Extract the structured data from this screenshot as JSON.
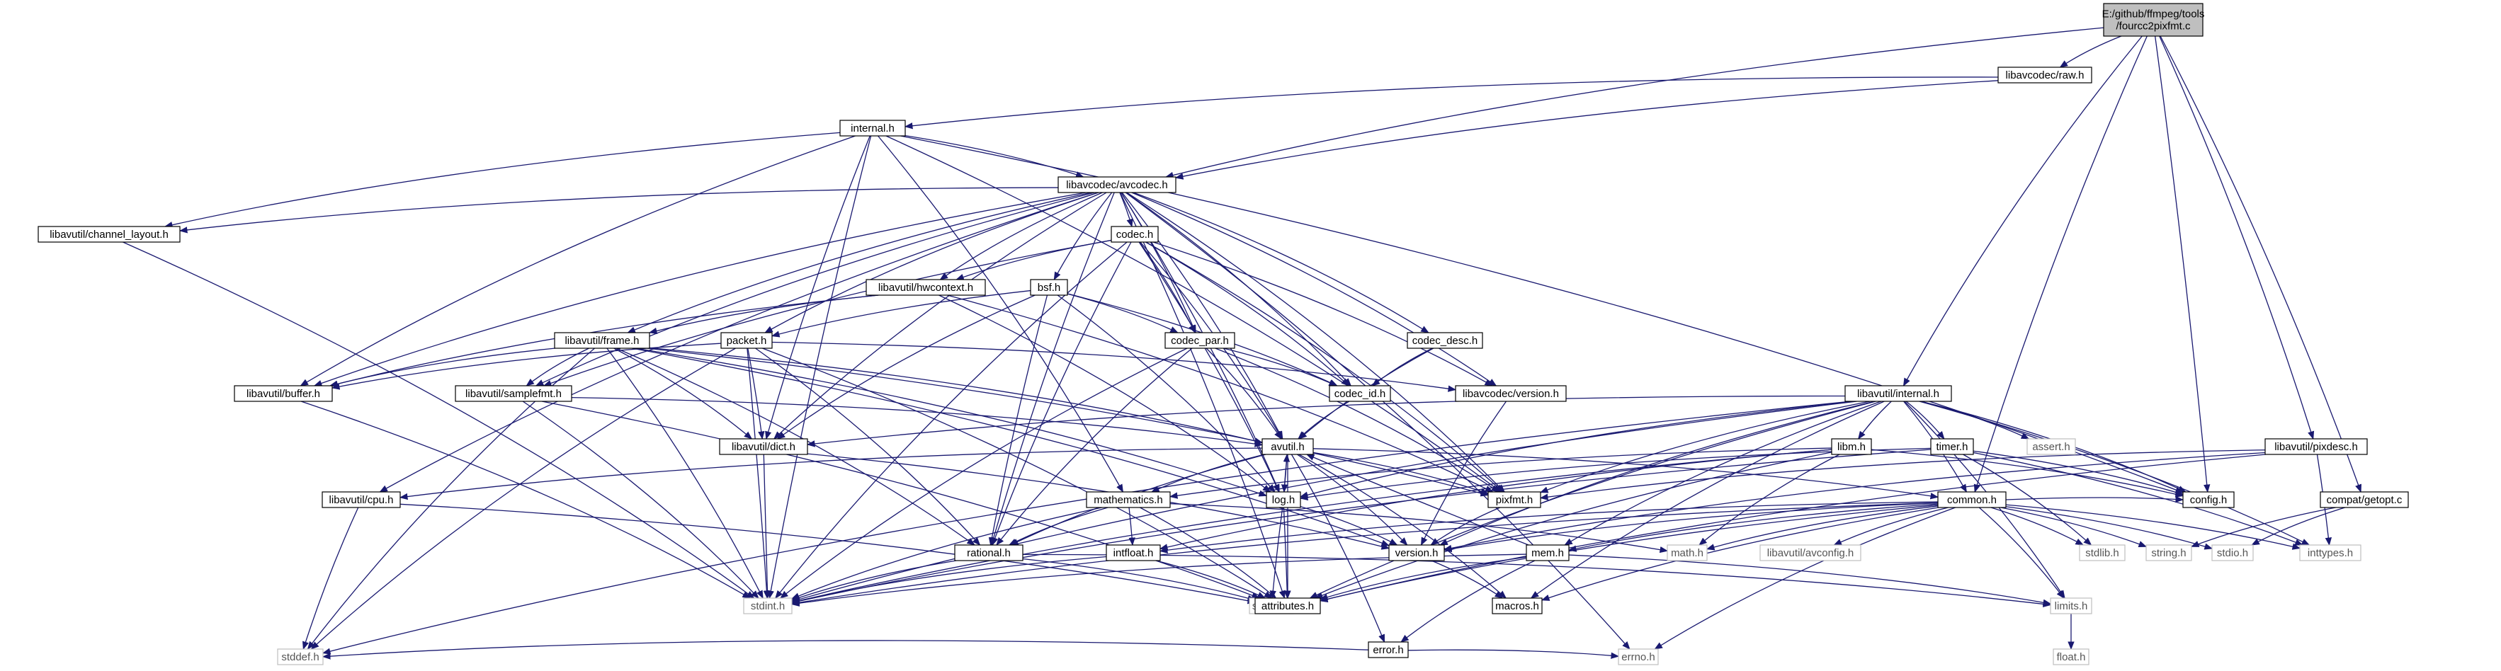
{
  "diagram": {
    "nodes": [
      {
        "id": "root",
        "label": "E:/github/ffmpeg/tools\n/fourcc2pixfmt.c",
        "kind": "root"
      },
      {
        "id": "raw_h",
        "label": "libavcodec/raw.h",
        "kind": "normal"
      },
      {
        "id": "internal_h",
        "label": "internal.h",
        "kind": "normal"
      },
      {
        "id": "avcodec_h",
        "label": "libavcodec/avcodec.h",
        "kind": "normal"
      },
      {
        "id": "channel_layout_h",
        "label": "libavutil/channel_layout.h",
        "kind": "normal"
      },
      {
        "id": "codec_h",
        "label": "codec.h",
        "kind": "normal"
      },
      {
        "id": "hwcontext_h",
        "label": "libavutil/hwcontext.h",
        "kind": "normal"
      },
      {
        "id": "bsf_h",
        "label": "bsf.h",
        "kind": "normal"
      },
      {
        "id": "frame_h",
        "label": "libavutil/frame.h",
        "kind": "normal"
      },
      {
        "id": "packet_h",
        "label": "packet.h",
        "kind": "normal"
      },
      {
        "id": "codec_par_h",
        "label": "codec_par.h",
        "kind": "normal"
      },
      {
        "id": "codec_desc_h",
        "label": "codec_desc.h",
        "kind": "normal"
      },
      {
        "id": "buffer_h",
        "label": "libavutil/buffer.h",
        "kind": "normal"
      },
      {
        "id": "samplefmt_h",
        "label": "libavutil/samplefmt.h",
        "kind": "normal"
      },
      {
        "id": "codec_id_h",
        "label": "codec_id.h",
        "kind": "normal"
      },
      {
        "id": "lavc_version_h",
        "label": "libavcodec/version.h",
        "kind": "normal"
      },
      {
        "id": "lavu_internal_h",
        "label": "libavutil/internal.h",
        "kind": "normal"
      },
      {
        "id": "dict_h",
        "label": "libavutil/dict.h",
        "kind": "normal"
      },
      {
        "id": "avutil_h",
        "label": "avutil.h",
        "kind": "normal"
      },
      {
        "id": "libm_h",
        "label": "libm.h",
        "kind": "normal"
      },
      {
        "id": "timer_h",
        "label": "timer.h",
        "kind": "normal"
      },
      {
        "id": "assert_h",
        "label": "assert.h",
        "kind": "sys"
      },
      {
        "id": "pixdesc_h",
        "label": "libavutil/pixdesc.h",
        "kind": "normal"
      },
      {
        "id": "cpu_h",
        "label": "libavutil/cpu.h",
        "kind": "normal"
      },
      {
        "id": "mathematics_h",
        "label": "mathematics.h",
        "kind": "normal"
      },
      {
        "id": "log_h",
        "label": "log.h",
        "kind": "normal"
      },
      {
        "id": "pixfmt_h",
        "label": "pixfmt.h",
        "kind": "normal"
      },
      {
        "id": "common_h",
        "label": "common.h",
        "kind": "normal"
      },
      {
        "id": "config_h",
        "label": "config.h",
        "kind": "normal"
      },
      {
        "id": "getopt_c",
        "label": "compat/getopt.c",
        "kind": "normal"
      },
      {
        "id": "intfloat_h",
        "label": "intfloat.h",
        "kind": "normal"
      },
      {
        "id": "rational_h",
        "label": "rational.h",
        "kind": "normal"
      },
      {
        "id": "version_h",
        "label": "version.h",
        "kind": "normal"
      },
      {
        "id": "mem_h",
        "label": "mem.h",
        "kind": "normal"
      },
      {
        "id": "math_h",
        "label": "math.h",
        "kind": "sys"
      },
      {
        "id": "avconfig_h",
        "label": "libavutil/avconfig.h",
        "kind": "sys"
      },
      {
        "id": "stdlib_h",
        "label": "stdlib.h",
        "kind": "sys"
      },
      {
        "id": "string_h",
        "label": "string.h",
        "kind": "sys"
      },
      {
        "id": "stdio_h",
        "label": "stdio.h",
        "kind": "sys"
      },
      {
        "id": "inttypes_h",
        "label": "inttypes.h",
        "kind": "sys"
      },
      {
        "id": "stdarg_h",
        "label": "stdarg.h",
        "kind": "sys"
      },
      {
        "id": "stdint_h",
        "label": "stdint.h",
        "kind": "sys"
      },
      {
        "id": "attributes_h",
        "label": "attributes.h",
        "kind": "normal"
      },
      {
        "id": "macros_h",
        "label": "macros.h",
        "kind": "normal"
      },
      {
        "id": "error_h",
        "label": "error.h",
        "kind": "normal"
      },
      {
        "id": "limits_h",
        "label": "limits.h",
        "kind": "sys"
      },
      {
        "id": "float_h",
        "label": "float.h",
        "kind": "sys"
      },
      {
        "id": "stddef_h",
        "label": "stddef.h",
        "kind": "sys"
      },
      {
        "id": "errno_h",
        "label": "errno.h",
        "kind": "sys"
      }
    ],
    "edges": [
      [
        "root",
        "raw_h"
      ],
      [
        "root",
        "avcodec_h"
      ],
      [
        "root",
        "lavu_internal_h"
      ],
      [
        "root",
        "pixdesc_h"
      ],
      [
        "root",
        "common_h"
      ],
      [
        "root",
        "config_h"
      ],
      [
        "root",
        "getopt_c"
      ],
      [
        "raw_h",
        "internal_h"
      ],
      [
        "raw_h",
        "avcodec_h"
      ],
      [
        "internal_h",
        "avcodec_h"
      ],
      [
        "internal_h",
        "channel_layout_h"
      ],
      [
        "internal_h",
        "buffer_h"
      ],
      [
        "internal_h",
        "stdint_h"
      ],
      [
        "internal_h",
        "pixfmt_h"
      ],
      [
        "internal_h",
        "config_h"
      ],
      [
        "internal_h",
        "dict_h"
      ],
      [
        "internal_h",
        "mathematics_h"
      ],
      [
        "avcodec_h",
        "channel_layout_h"
      ],
      [
        "avcodec_h",
        "codec_h"
      ],
      [
        "avcodec_h",
        "hwcontext_h"
      ],
      [
        "avcodec_h",
        "bsf_h"
      ],
      [
        "avcodec_h",
        "frame_h"
      ],
      [
        "avcodec_h",
        "packet_h"
      ],
      [
        "avcodec_h",
        "codec_desc_h"
      ],
      [
        "avcodec_h",
        "buffer_h"
      ],
      [
        "avcodec_h",
        "samplefmt_h"
      ],
      [
        "avcodec_h",
        "codec_id_h"
      ],
      [
        "avcodec_h",
        "lavc_version_h"
      ],
      [
        "avcodec_h",
        "dict_h"
      ],
      [
        "avcodec_h",
        "avutil_h"
      ],
      [
        "avcodec_h",
        "log_h"
      ],
      [
        "avcodec_h",
        "pixfmt_h"
      ],
      [
        "avcodec_h",
        "rational_h"
      ],
      [
        "avcodec_h",
        "cpu_h"
      ],
      [
        "avcodec_h",
        "attributes_h"
      ],
      [
        "avcodec_h",
        "errno_h"
      ],
      [
        "avcodec_h",
        "codec_par_h"
      ],
      [
        "channel_layout_h",
        "stdint_h"
      ],
      [
        "codec_h",
        "hwcontext_h"
      ],
      [
        "codec_h",
        "codec_par_h"
      ],
      [
        "codec_h",
        "codec_id_h"
      ],
      [
        "codec_h",
        "avutil_h"
      ],
      [
        "codec_h",
        "log_h"
      ],
      [
        "codec_h",
        "pixfmt_h"
      ],
      [
        "codec_h",
        "rational_h"
      ],
      [
        "codec_h",
        "samplefmt_h"
      ],
      [
        "codec_h",
        "stdint_h"
      ],
      [
        "codec_h",
        "lavc_version_h"
      ],
      [
        "hwcontext_h",
        "buffer_h"
      ],
      [
        "hwcontext_h",
        "frame_h"
      ],
      [
        "hwcontext_h",
        "log_h"
      ],
      [
        "hwcontext_h",
        "pixfmt_h"
      ],
      [
        "bsf_h",
        "codec_par_h"
      ],
      [
        "bsf_h",
        "packet_h"
      ],
      [
        "bsf_h",
        "codec_id_h"
      ],
      [
        "bsf_h",
        "dict_h"
      ],
      [
        "bsf_h",
        "log_h"
      ],
      [
        "bsf_h",
        "rational_h"
      ],
      [
        "frame_h",
        "buffer_h"
      ],
      [
        "frame_h",
        "samplefmt_h"
      ],
      [
        "frame_h",
        "dict_h"
      ],
      [
        "frame_h",
        "avutil_h"
      ],
      [
        "frame_h",
        "rational_h"
      ],
      [
        "frame_h",
        "stdint_h"
      ],
      [
        "frame_h",
        "stddef_h"
      ],
      [
        "frame_h",
        "version_h"
      ],
      [
        "frame_h",
        "log_h"
      ],
      [
        "frame_h",
        "pixfmt_h"
      ],
      [
        "packet_h",
        "buffer_h"
      ],
      [
        "packet_h",
        "dict_h"
      ],
      [
        "packet_h",
        "rational_h"
      ],
      [
        "packet_h",
        "stdint_h"
      ],
      [
        "packet_h",
        "stddef_h"
      ],
      [
        "packet_h",
        "attributes_h"
      ],
      [
        "packet_h",
        "lavc_version_h"
      ],
      [
        "codec_par_h",
        "codec_id_h"
      ],
      [
        "codec_par_h",
        "avutil_h"
      ],
      [
        "codec_par_h",
        "pixfmt_h"
      ],
      [
        "codec_par_h",
        "rational_h"
      ],
      [
        "codec_par_h",
        "stdint_h"
      ],
      [
        "codec_desc_h",
        "codec_id_h"
      ],
      [
        "codec_desc_h",
        "avutil_h"
      ],
      [
        "buffer_h",
        "stdint_h"
      ],
      [
        "samplefmt_h",
        "avutil_h"
      ],
      [
        "samplefmt_h",
        "attributes_h"
      ],
      [
        "samplefmt_h",
        "stdint_h"
      ],
      [
        "codec_id_h",
        "avutil_h"
      ],
      [
        "lavc_version_h",
        "version_h"
      ],
      [
        "lavu_internal_h",
        "dict_h"
      ],
      [
        "lavu_internal_h",
        "pixfmt_h"
      ],
      [
        "lavu_internal_h",
        "libm_h"
      ],
      [
        "lavu_internal_h",
        "timer_h"
      ],
      [
        "lavu_internal_h",
        "assert_h"
      ],
      [
        "lavu_internal_h",
        "config_h"
      ],
      [
        "lavu_internal_h",
        "common_h"
      ],
      [
        "lavu_internal_h",
        "log_h"
      ],
      [
        "lavu_internal_h",
        "mem_h"
      ],
      [
        "lavu_internal_h",
        "attributes_h"
      ],
      [
        "lavu_internal_h",
        "macros_h"
      ],
      [
        "lavu_internal_h",
        "version_h"
      ],
      [
        "lavu_internal_h",
        "limits_h"
      ],
      [
        "lavu_internal_h",
        "stddef_h"
      ],
      [
        "lavu_internal_h",
        "stdint_h"
      ],
      [
        "lavu_internal_h",
        "inttypes_h"
      ],
      [
        "dict_h",
        "stdint_h"
      ],
      [
        "dict_h",
        "version_h"
      ],
      [
        "avutil_h",
        "common_h"
      ],
      [
        "avutil_h",
        "error_h"
      ],
      [
        "avutil_h",
        "version_h"
      ],
      [
        "avutil_h",
        "rational_h"
      ],
      [
        "avutil_h",
        "mathematics_h"
      ],
      [
        "avutil_h",
        "log_h"
      ],
      [
        "avutil_h",
        "pixfmt_h"
      ],
      [
        "avutil_h",
        "macros_h"
      ],
      [
        "avutil_h",
        "attributes_h"
      ],
      [
        "avutil_h",
        "cpu_h"
      ],
      [
        "libm_h",
        "config_h"
      ],
      [
        "libm_h",
        "math_h"
      ],
      [
        "libm_h",
        "attributes_h"
      ],
      [
        "libm_h",
        "intfloat_h"
      ],
      [
        "libm_h",
        "mathematics_h"
      ],
      [
        "libm_h",
        "stdint_h"
      ],
      [
        "timer_h",
        "config_h"
      ],
      [
        "timer_h",
        "log_h"
      ],
      [
        "timer_h",
        "stdlib_h"
      ],
      [
        "timer_h",
        "stdint_h"
      ],
      [
        "timer_h",
        "inttypes_h"
      ],
      [
        "pixdesc_h",
        "inttypes_h"
      ],
      [
        "pixdesc_h",
        "attributes_h"
      ],
      [
        "pixdesc_h",
        "pixfmt_h"
      ],
      [
        "pixdesc_h",
        "version_h"
      ],
      [
        "cpu_h",
        "attributes_h"
      ],
      [
        "cpu_h",
        "stddef_h"
      ],
      [
        "mathematics_h",
        "stdint_h"
      ],
      [
        "mathematics_h",
        "math_h"
      ],
      [
        "mathematics_h",
        "attributes_h"
      ],
      [
        "mathematics_h",
        "rational_h"
      ],
      [
        "mathematics_h",
        "intfloat_h"
      ],
      [
        "log_h",
        "stdarg_h"
      ],
      [
        "log_h",
        "avutil_h"
      ],
      [
        "log_h",
        "attributes_h"
      ],
      [
        "log_h",
        "version_h"
      ],
      [
        "pixfmt_h",
        "version_h"
      ],
      [
        "common_h",
        "errno_h"
      ],
      [
        "common_h",
        "inttypes_h"
      ],
      [
        "common_h",
        "limits_h"
      ],
      [
        "common_h",
        "math_h"
      ],
      [
        "common_h",
        "stdint_h"
      ],
      [
        "common_h",
        "stdio_h"
      ],
      [
        "common_h",
        "stdlib_h"
      ],
      [
        "common_h",
        "string_h"
      ],
      [
        "common_h",
        "attributes_h"
      ],
      [
        "common_h",
        "macros_h"
      ],
      [
        "common_h",
        "version_h"
      ],
      [
        "common_h",
        "avconfig_h"
      ],
      [
        "common_h",
        "config_h"
      ],
      [
        "common_h",
        "intfloat_h"
      ],
      [
        "common_h",
        "mem_h"
      ],
      [
        "getopt_c",
        "stdio_h"
      ],
      [
        "getopt_c",
        "string_h"
      ],
      [
        "intfloat_h",
        "stdint_h"
      ],
      [
        "intfloat_h",
        "attributes_h"
      ],
      [
        "rational_h",
        "stdint_h"
      ],
      [
        "rational_h",
        "limits_h"
      ],
      [
        "rational_h",
        "attributes_h"
      ],
      [
        "version_h",
        "macros_h"
      ],
      [
        "mem_h",
        "limits_h"
      ],
      [
        "mem_h",
        "stdint_h"
      ],
      [
        "mem_h",
        "attributes_h"
      ],
      [
        "mem_h",
        "error_h"
      ],
      [
        "mem_h",
        "avutil_h"
      ],
      [
        "error_h",
        "errno_h"
      ],
      [
        "error_h",
        "stddef_h"
      ],
      [
        "limits_h",
        "float_h"
      ]
    ]
  }
}
